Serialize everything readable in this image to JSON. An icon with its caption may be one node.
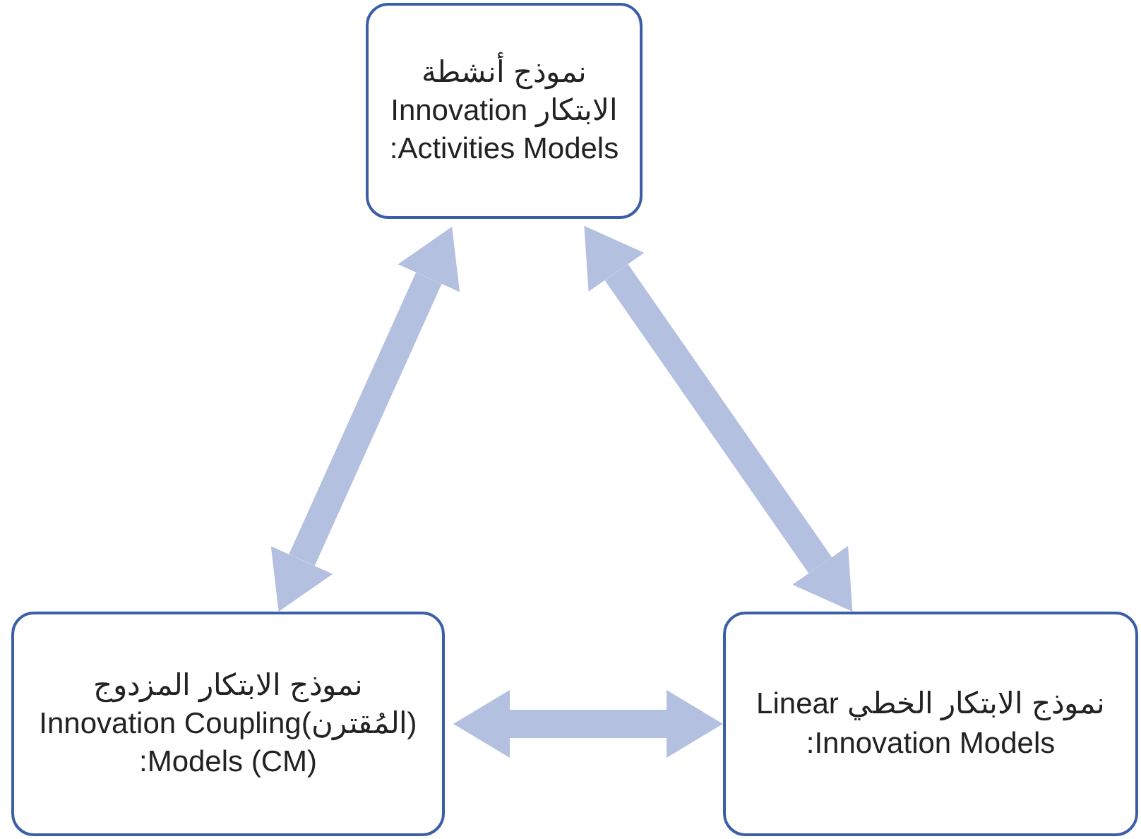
{
  "diagram": {
    "nodes": [
      {
        "text": [
          "نموذج أنشطة الابتكار Innovation Activities Models:"
        ]
      },
      {
        "text": [
          "نموذج الابتكار المزدوج (المُقترن)Innovation Coupling Models (CM):"
        ]
      },
      {
        "text": [
          "نموذج الابتكار الخطي Linear Innovation Models:"
        ]
      }
    ],
    "edges": [
      {
        "from": 0,
        "to": 1,
        "arrow": "both"
      },
      {
        "from": 0,
        "to": 2,
        "arrow": "both"
      },
      {
        "from": 1,
        "to": 2,
        "arrow": "both"
      }
    ]
  }
}
